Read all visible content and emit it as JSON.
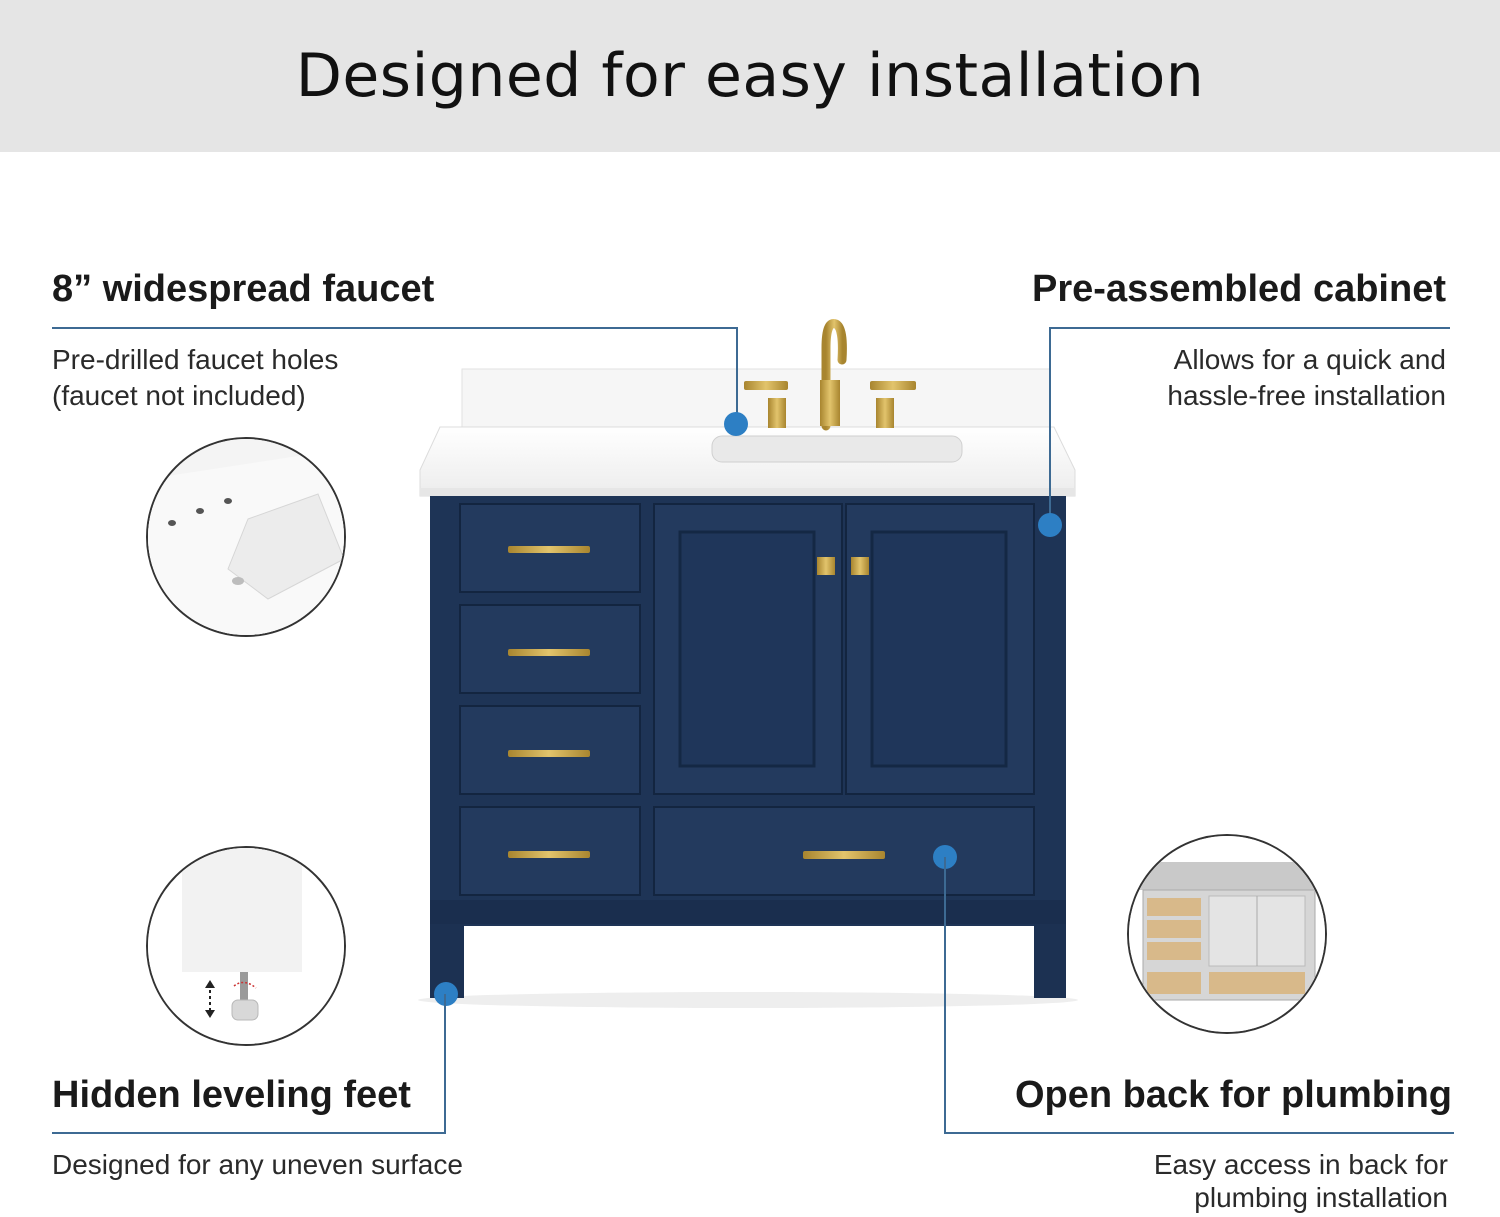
{
  "banner": {
    "title": "Designed for easy installation"
  },
  "features": {
    "faucet": {
      "title": "8” widespread faucet",
      "line1": "Pre-drilled faucet holes",
      "line2": "(faucet not included)"
    },
    "cabinet": {
      "title": "Pre-assembled cabinet",
      "line1": "Allows for  a quick and",
      "line2": "hassle-free installation"
    },
    "feet": {
      "title": "Hidden leveling feet",
      "line1": "Designed for any uneven surface"
    },
    "plumbing": {
      "title": "Open back for plumbing",
      "line1": "Easy access in back for",
      "line2": "plumbing installation"
    }
  },
  "colors": {
    "banner_bg": "#e5e5e5",
    "accent_line": "#3d6a93",
    "callout_dot": "#2d7fc4",
    "cabinet_navy": "#1e3456",
    "hardware_gold": "#c9a647",
    "countertop": "#f7f7f7"
  }
}
